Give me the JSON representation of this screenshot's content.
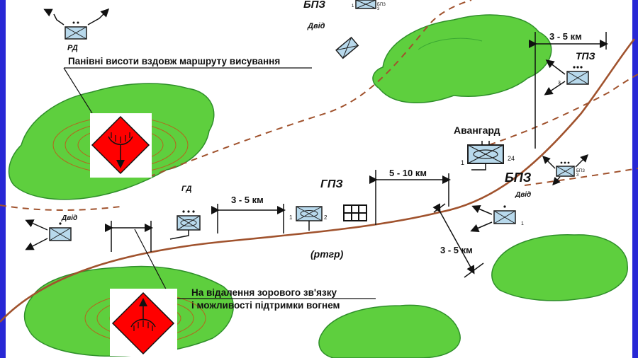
{
  "colors": {
    "forest": "#5ecf3e",
    "forest_edge": "#2f8f2a",
    "road": "#a0522d",
    "path_dash": "#a0522d",
    "unit_fill": "#b8d9ec",
    "unit_stroke": "#1f1f1f",
    "sign_red": "#ff0000",
    "edge_blue": "#1010d0"
  },
  "labels": {
    "bpz_top": "БПЗ",
    "dozor_top": "Двід",
    "rd": "РД",
    "heights_note": "Панівні висоти вздовж маршруту висування",
    "distance_tr": "3 - 5 км",
    "tpz": "ТПЗ",
    "avangard": "Авангард",
    "bpz_right": "БПЗ",
    "dozor_right": "Двід",
    "gpz": "ГПЗ",
    "distance_mid": "5 - 10 км",
    "gd": "ГД",
    "distance_left": "3 - 5 км",
    "dozor_left": "Двід",
    "rtgr": "(ртгр)",
    "distance_br": "3 - 5 км",
    "visual_note_1": "На відалення зорового зв'язку",
    "visual_note_2": "і можливості підтримки вогнем"
  },
  "unit_marks": {
    "bpz": "БПЗ",
    "one": "1",
    "two": "2",
    "three": "3",
    "twenty_four": "24"
  },
  "icons": [
    "forest-area",
    "elevation-contours",
    "tactical-height-sign",
    "armored-unit-symbol",
    "barrier-symbol",
    "direction-arrow"
  ]
}
